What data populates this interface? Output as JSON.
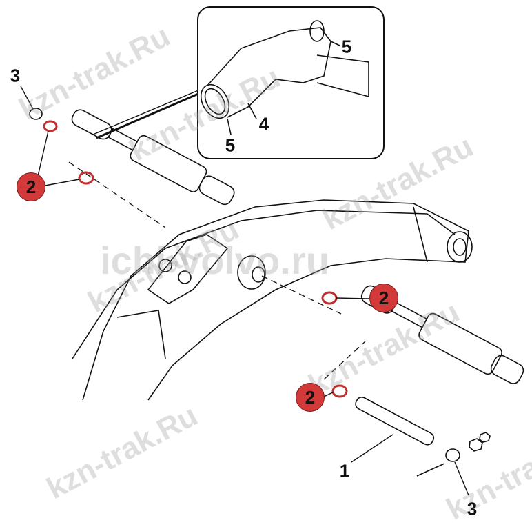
{
  "callouts": {
    "washer_top_left": "3",
    "seal_top_left": "2",
    "inset_seal_top": "5",
    "inset_bushing": "4",
    "inset_seal_bottom": "5",
    "seal_mid_right": "2",
    "seal_lower": "2",
    "pin": "1",
    "washer_bottom_right": "3"
  },
  "watermarks": [
    "kzn-trak.Ru",
    "kzn-trak.Ru",
    "kzn-trak.Ru",
    "ichi-volvo.ru",
    "kzn-trak.Ru",
    "kzn-trak.Ru",
    "kzn-trak.Ru",
    "kzn-trak.Ru"
  ],
  "colors": {
    "badge": "#d23a3a",
    "seal": "#c0302f",
    "line": "#111111"
  }
}
